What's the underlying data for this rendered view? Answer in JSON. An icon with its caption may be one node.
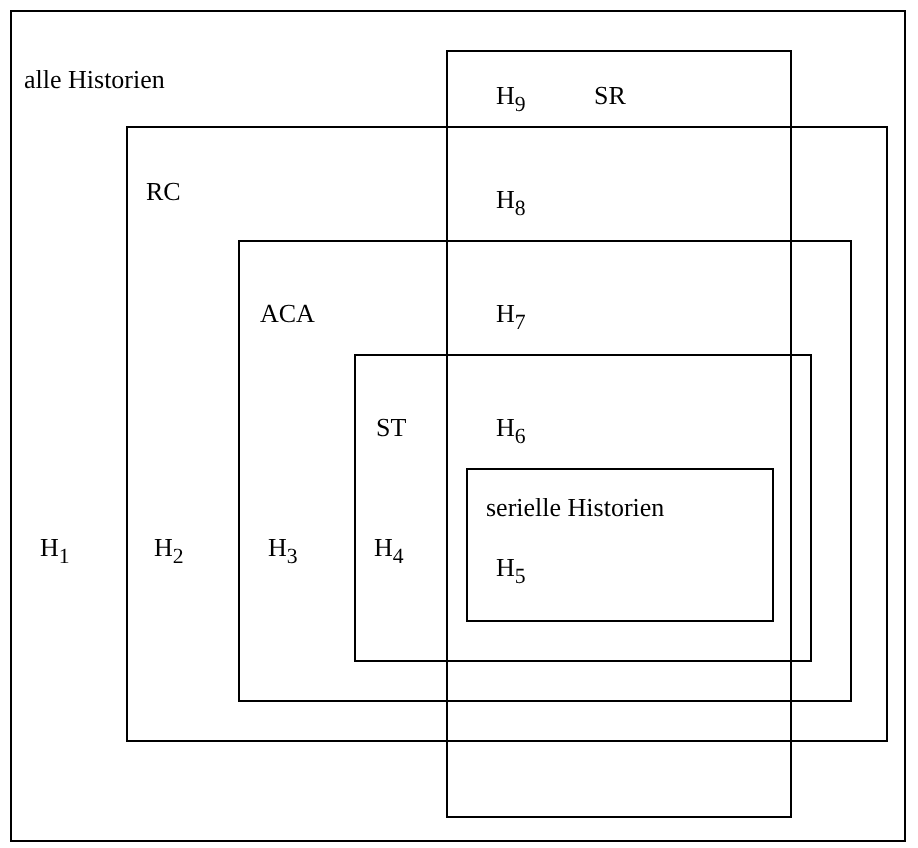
{
  "diagram": {
    "nodes": [
      {
        "text": [
          "alle Historien"
        ]
      },
      {
        "text": [
          "SR"
        ],
        "in": 0
      },
      {
        "text": [
          "RC"
        ],
        "in": 0
      },
      {
        "text": [
          "ACA"
        ],
        "in": 2
      },
      {
        "text": [
          "ST"
        ],
        "in": 3
      },
      {
        "text": [
          "serielle Historien"
        ]
      }
    ],
    "labels": [
      "H$_{9}$",
      "H$_{8}$",
      "H$_{7}$",
      "H$_{6}$",
      "H$_{1}$",
      "H$_{2}$",
      "H$_{3}$",
      "H$_{4}$",
      "H$_{5}$"
    ]
  }
}
